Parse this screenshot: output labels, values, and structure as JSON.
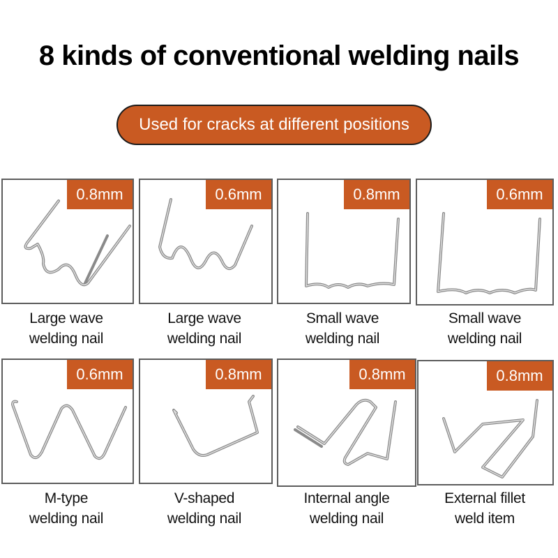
{
  "title": "8 kinds of conventional welding nails",
  "subtitle": "Used for cracks at different positions",
  "accent_color": "#c95a22",
  "items": [
    {
      "thickness": "0.8mm",
      "name_line1": "Large wave",
      "name_line2": "welding nail",
      "icon": "large-wave-nail-icon"
    },
    {
      "thickness": "0.6mm",
      "name_line1": "Large wave",
      "name_line2": "welding nail",
      "icon": "large-wave-nail-icon"
    },
    {
      "thickness": "0.8mm",
      "name_line1": "Small wave",
      "name_line2": "welding nail",
      "icon": "small-wave-nail-icon"
    },
    {
      "thickness": "0.6mm",
      "name_line1": "Small wave",
      "name_line2": "welding nail",
      "icon": "small-wave-nail-icon"
    },
    {
      "thickness": "0.6mm",
      "name_line1": "M-type",
      "name_line2": "welding nail",
      "icon": "m-type-nail-icon"
    },
    {
      "thickness": "0.8mm",
      "name_line1": "V-shaped",
      "name_line2": "welding nail",
      "icon": "v-shaped-nail-icon"
    },
    {
      "thickness": "0.8mm",
      "name_line1": "Internal angle",
      "name_line2": "welding nail",
      "icon": "internal-angle-nail-icon"
    },
    {
      "thickness": "0.8mm",
      "name_line1": "External fillet",
      "name_line2": "weld item",
      "icon": "external-fillet-nail-icon"
    }
  ]
}
